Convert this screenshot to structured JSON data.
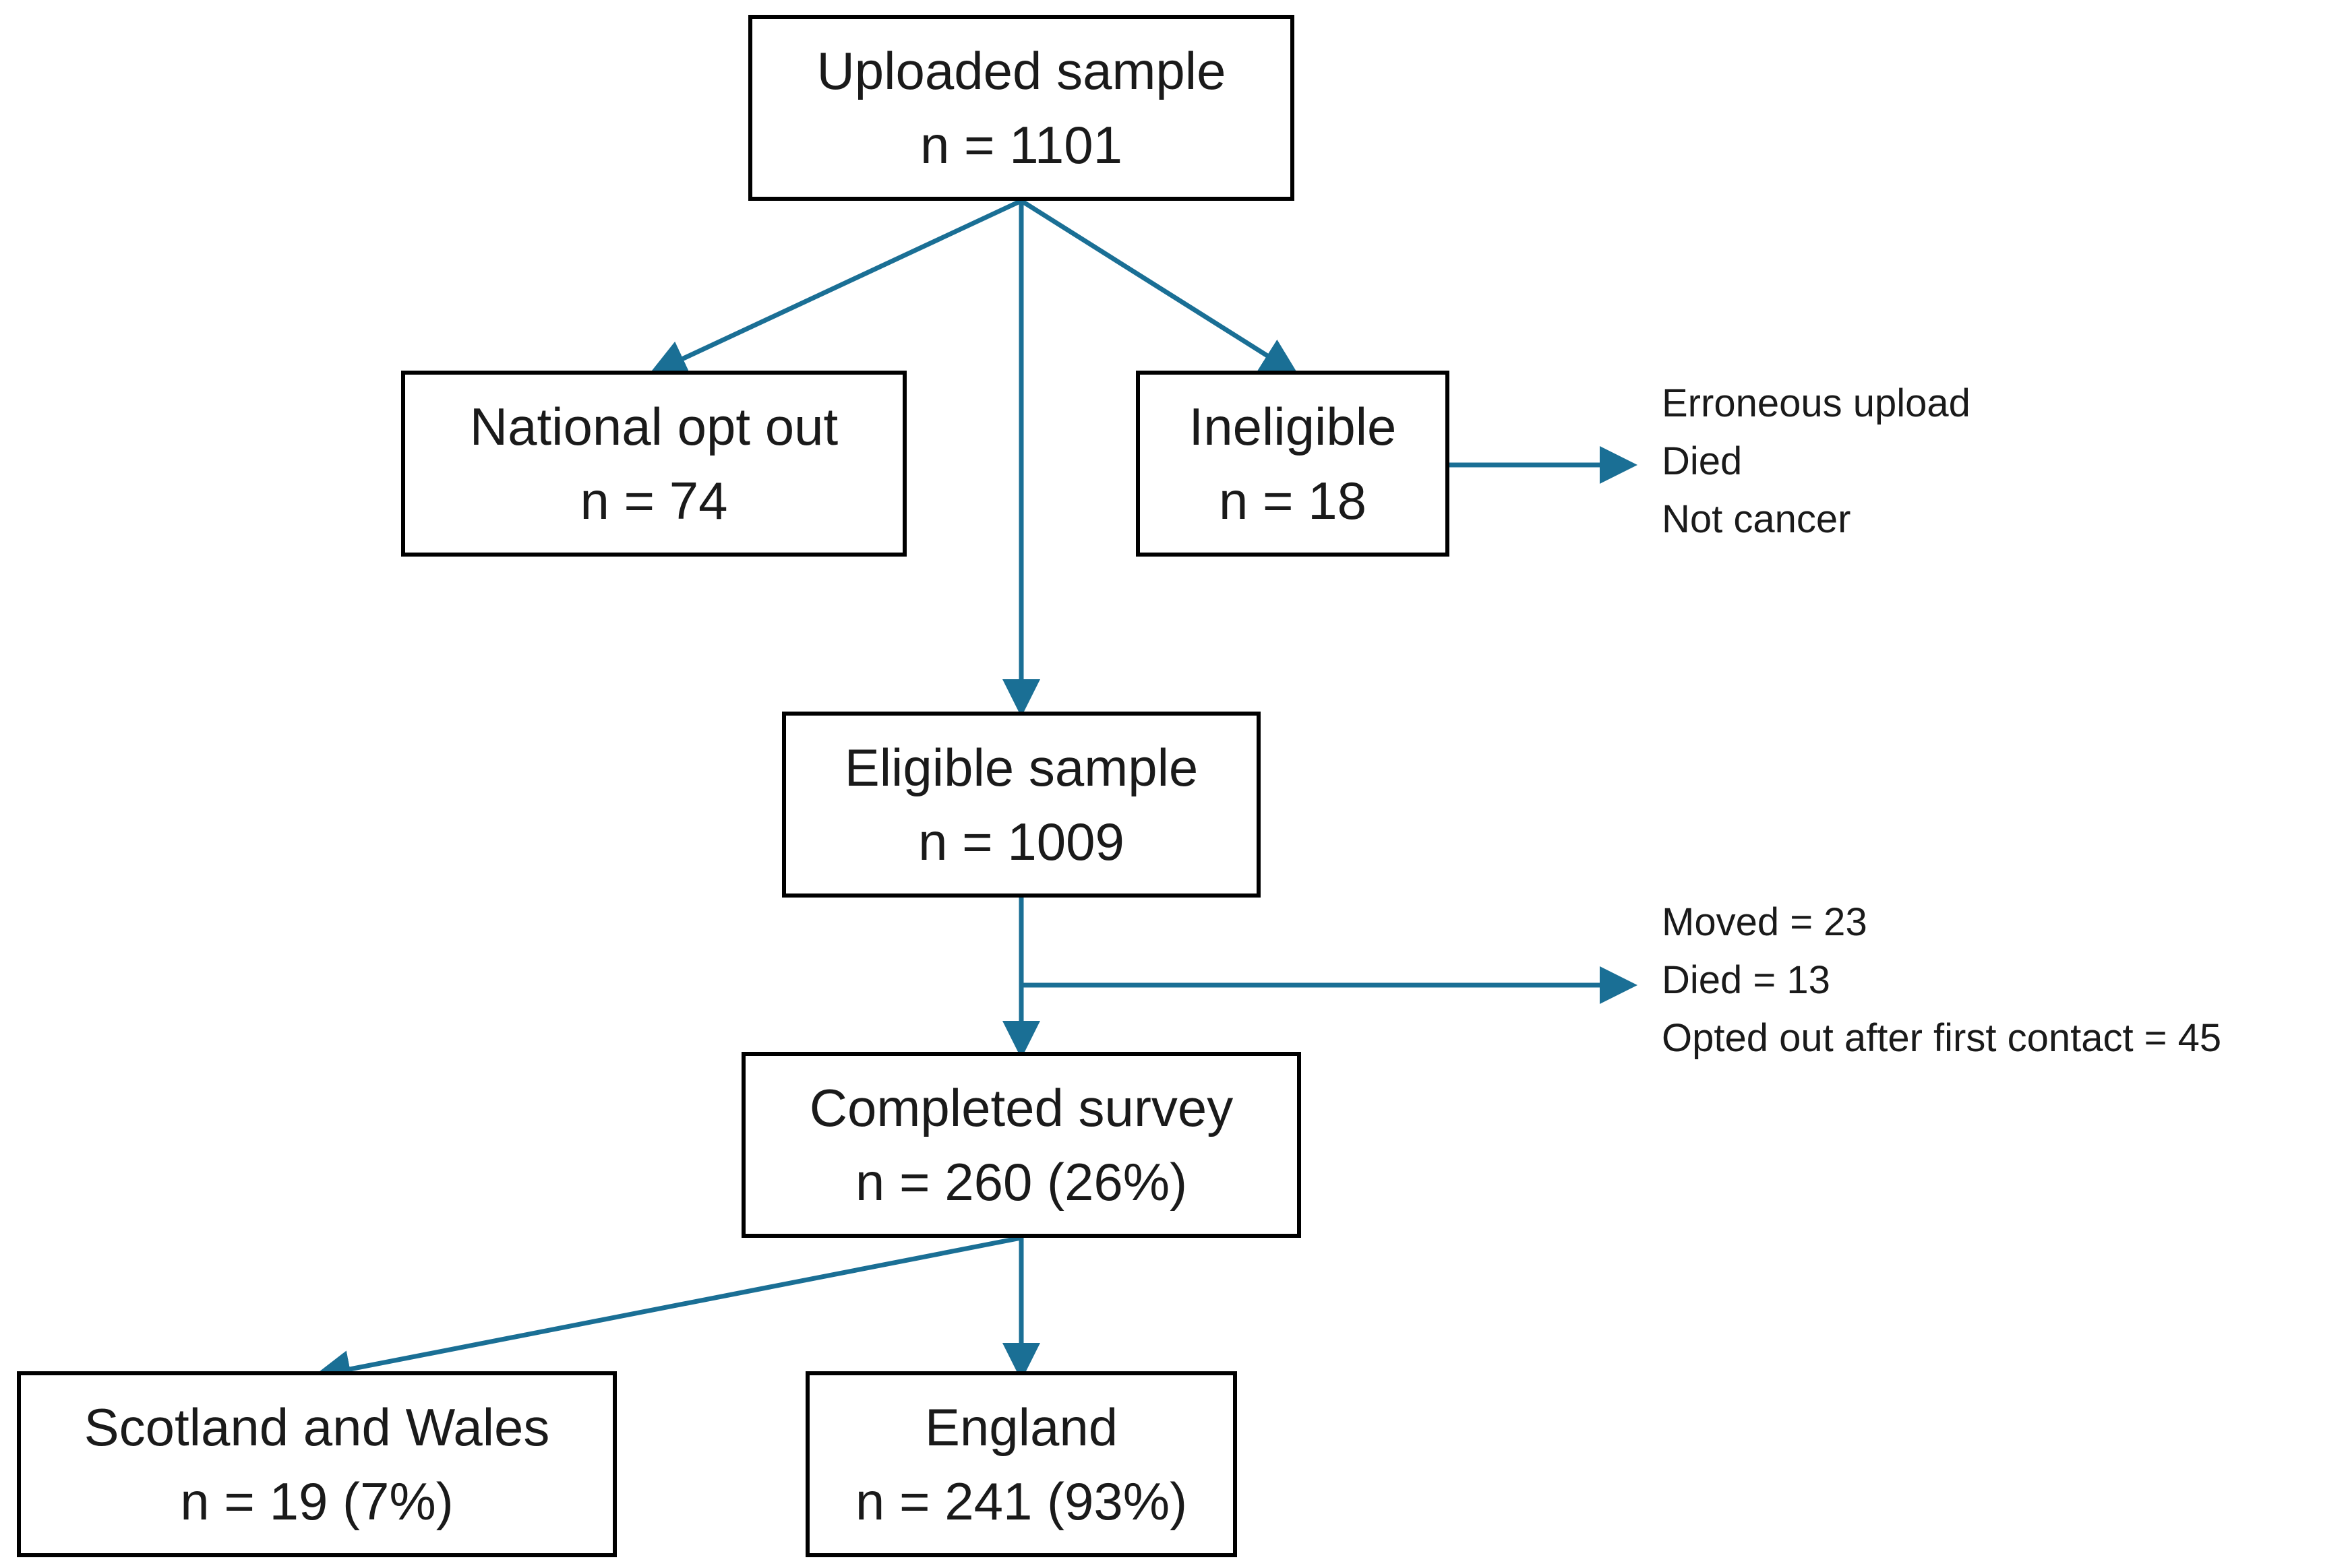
{
  "nodes": {
    "uploaded": {
      "title": "Uploaded sample",
      "count": "n = 1101"
    },
    "opt_out": {
      "title": "National opt out",
      "count": "n = 74"
    },
    "ineligible": {
      "title": "Ineligible",
      "count": "n = 18"
    },
    "eligible": {
      "title": "Eligible sample",
      "count": "n = 1009"
    },
    "completed": {
      "title": "Completed survey",
      "count": "n = 260 (26%)"
    },
    "scotland_wales": {
      "title": "Scotland and Wales",
      "count": "n = 19 (7%)"
    },
    "england": {
      "title": "England",
      "count": "n = 241 (93%)"
    }
  },
  "ineligible_reasons": [
    "Erroneous upload",
    "Died",
    "Not cancer"
  ],
  "exclusions": [
    "Moved = 23",
    "Died = 13",
    "Opted out after first contact = 45"
  ],
  "colors": {
    "arrow": "#1a6f95",
    "box_border": "#000000",
    "text": "#1a1a1a"
  }
}
